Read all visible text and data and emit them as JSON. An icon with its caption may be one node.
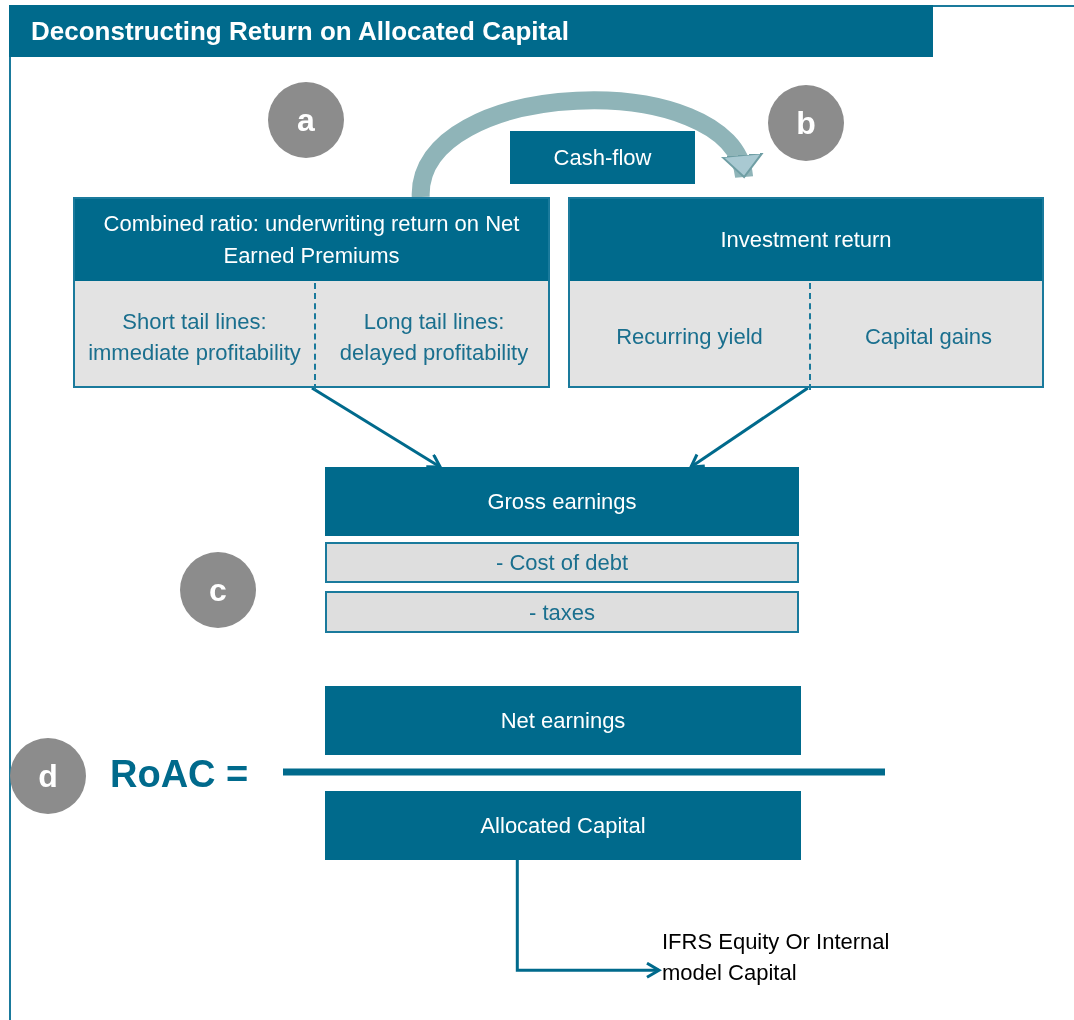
{
  "diagram": {
    "title": "Deconstructing Return on Allocated Capital",
    "nodes": [
      {
        "text": [
          "a"
        ]
      },
      {
        "text": [
          "b"
        ]
      },
      {
        "text": [
          "Cash-flow"
        ]
      },
      {
        "text": [
          "Combined ratio: underwriting return on Net Earned Premiums"
        ]
      },
      {
        "text": [
          "Short tail lines: immediate profitability"
        ],
        "in": 3
      },
      {
        "text": [
          "Long tail lines: delayed profitability"
        ],
        "in": 3
      },
      {
        "text": [
          "Investment return"
        ]
      },
      {
        "text": [
          "Recurring yield"
        ],
        "in": 6
      },
      {
        "text": [
          "Capital gains"
        ],
        "in": 6
      },
      {
        "text": [
          "Gross earnings"
        ]
      },
      {
        "text": [
          "c"
        ]
      },
      {
        "text": [
          "- Cost of debt"
        ]
      },
      {
        "text": [
          "- taxes"
        ]
      },
      {
        "text": [
          "Net earnings"
        ]
      },
      {
        "text": [
          "d"
        ]
      },
      {
        "text": [
          "Allocated Capital"
        ]
      },
      {
        "text": [
          "IFRS Equity Or Internal model Capital"
        ]
      }
    ],
    "edges": [
      {
        "from": 3,
        "to": 6,
        "arrow": "to",
        "style": "thick",
        "color": "#8fb4b8"
      },
      {
        "from": 3,
        "to": 9,
        "arrow": "to"
      },
      {
        "from": 6,
        "to": 9,
        "arrow": "to"
      },
      {
        "from": 15,
        "to": 16,
        "arrow": "to"
      }
    ],
    "labels": [
      "RoAC ="
    ]
  }
}
